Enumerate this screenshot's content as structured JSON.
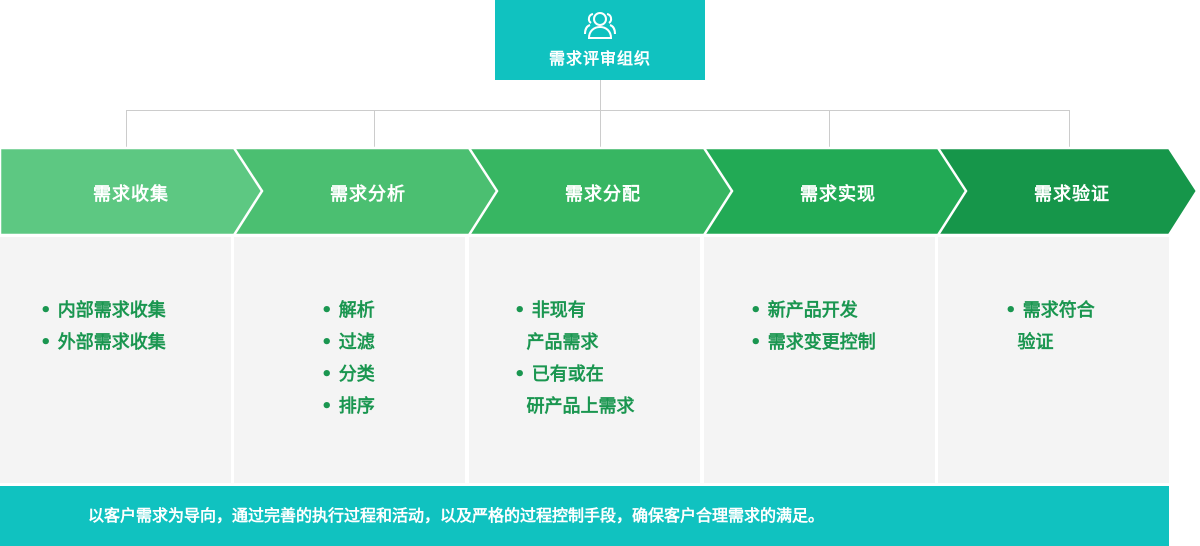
{
  "header": {
    "title": "需求评审组织",
    "icon": "users-icon"
  },
  "colors": {
    "teal": "#10c2c0",
    "panel": "#f4f4f4",
    "text_green": "#1a9650",
    "stages": [
      "#5dc882",
      "#4bbf71",
      "#37b662",
      "#22aa55",
      "#16964a"
    ]
  },
  "stages": [
    {
      "label": "需求收集",
      "items": [
        "• 内部需求收集",
        "• 外部需求收集"
      ]
    },
    {
      "label": "需求分析",
      "items": [
        "• 解析",
        "• 过滤",
        "• 分类",
        "• 排序"
      ]
    },
    {
      "label": "需求分配",
      "items": [
        "• 非现有",
        "  产品需求",
        "• 已有或在",
        "  研产品上需求"
      ]
    },
    {
      "label": "需求实现",
      "items": [
        "• 新产品开发",
        "• 需求变更控制"
      ]
    },
    {
      "label": "需求验证",
      "items": [
        "• 需求符合",
        "  验证"
      ]
    }
  ],
  "footer": {
    "text": "以客户需求为导向，通过完善的执行过程和活动，以及严格的过程控制手段，确保客户合理需求的满足。"
  }
}
